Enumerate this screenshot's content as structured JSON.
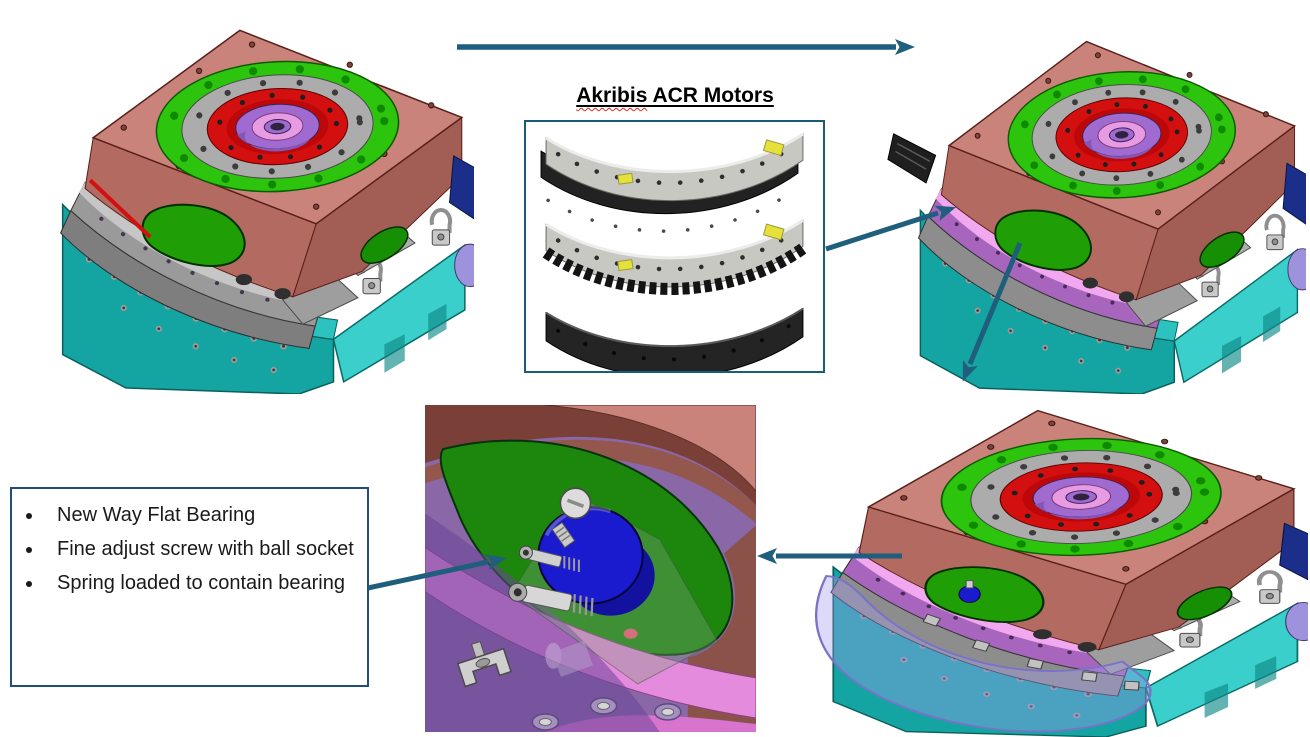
{
  "title": {
    "word_misspelled": "Akribis",
    "rest": " ACR Motors"
  },
  "notes": {
    "items": [
      "New Way Flat Bearing",
      "Fine adjust screw with ball socket",
      "Spring loaded to contain bearing"
    ]
  },
  "colors": {
    "arrow": "#1F5E7D",
    "callout_border": "#1C5B74",
    "notes_border": "#1F4E79",
    "stage_top": "#C9837B",
    "stage_front": "#B26A61",
    "stage_side": "#A25D55",
    "base_teal": "#14A5A3",
    "base_teal_light": "#3BCFCB",
    "ring_green": "#2DC40D",
    "ring_gray": "#ACACAC",
    "ring_red": "#D40F0F",
    "rotor_purple": "#9F6BD0",
    "rotor_pink": "#E79BE2",
    "motor_arc_purple": "#A765BE",
    "motor_arc_pink": "#F2A8EE",
    "kidney_green": "#1F9E05",
    "bearing_blue": "#1A1ACF",
    "motor_silver": "#C8C8C3",
    "motor_black": "#222222",
    "label_yellow": "#E6E13A"
  }
}
